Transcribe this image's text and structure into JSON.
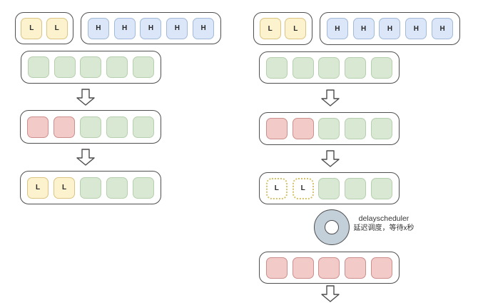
{
  "colors": {
    "yellow_fill": "#fcf2cd",
    "yellow_border": "#dcc482",
    "blue_fill": "#dbe7f9",
    "blue_border": "#a2b9da",
    "green_fill": "#d9e8d3",
    "green_border": "#b6cfae",
    "red_fill": "#f2cac7",
    "red_border": "#cc8f8d",
    "dotted_border": "#d4c26a",
    "container_border": "#4f4f4f",
    "donut_fill": "#c3cfd9",
    "donut_border": "#4d4d4d",
    "text_color": "#333333"
  },
  "left": {
    "low_queue": [
      {
        "style": "yellow",
        "label": "L"
      },
      {
        "style": "yellow",
        "label": "L"
      }
    ],
    "high_queue": [
      {
        "style": "blue",
        "label": "H"
      },
      {
        "style": "blue",
        "label": "H"
      },
      {
        "style": "blue",
        "label": "H"
      },
      {
        "style": "blue",
        "label": "H"
      },
      {
        "style": "blue",
        "label": "H"
      }
    ],
    "pool_initial": [
      {
        "style": "green",
        "label": ""
      },
      {
        "style": "green",
        "label": ""
      },
      {
        "style": "green",
        "label": ""
      },
      {
        "style": "green",
        "label": ""
      },
      {
        "style": "green",
        "label": ""
      }
    ],
    "pool_after_high_scheduled": [
      {
        "style": "red",
        "label": ""
      },
      {
        "style": "red",
        "label": ""
      },
      {
        "style": "green",
        "label": ""
      },
      {
        "style": "green",
        "label": ""
      },
      {
        "style": "green",
        "label": ""
      }
    ],
    "pool_after_low_scheduled": [
      {
        "style": "yellow",
        "label": "L"
      },
      {
        "style": "yellow",
        "label": "L"
      },
      {
        "style": "green",
        "label": ""
      },
      {
        "style": "green",
        "label": ""
      },
      {
        "style": "green",
        "label": ""
      }
    ]
  },
  "right": {
    "low_queue": [
      {
        "style": "yellow",
        "label": "L"
      },
      {
        "style": "yellow",
        "label": "L"
      }
    ],
    "high_queue": [
      {
        "style": "blue",
        "label": "H"
      },
      {
        "style": "blue",
        "label": "H"
      },
      {
        "style": "blue",
        "label": "H"
      },
      {
        "style": "blue",
        "label": "H"
      },
      {
        "style": "blue",
        "label": "H"
      }
    ],
    "pool_initial": [
      {
        "style": "green",
        "label": ""
      },
      {
        "style": "green",
        "label": ""
      },
      {
        "style": "green",
        "label": ""
      },
      {
        "style": "green",
        "label": ""
      },
      {
        "style": "green",
        "label": ""
      }
    ],
    "pool_after_high_scheduled": [
      {
        "style": "red",
        "label": ""
      },
      {
        "style": "red",
        "label": ""
      },
      {
        "style": "green",
        "label": ""
      },
      {
        "style": "green",
        "label": ""
      },
      {
        "style": "green",
        "label": ""
      }
    ],
    "pool_low_pending": [
      {
        "style": "dotted",
        "label": "L"
      },
      {
        "style": "dotted",
        "label": "L"
      },
      {
        "style": "green",
        "label": ""
      },
      {
        "style": "green",
        "label": ""
      },
      {
        "style": "green",
        "label": ""
      }
    ],
    "pool_full": [
      {
        "style": "red",
        "label": ""
      },
      {
        "style": "red",
        "label": ""
      },
      {
        "style": "red",
        "label": ""
      },
      {
        "style": "red",
        "label": ""
      },
      {
        "style": "red",
        "label": ""
      }
    ],
    "scheduler": {
      "name": "delayscheduler",
      "description": "延迟调度，等待x秒"
    }
  }
}
